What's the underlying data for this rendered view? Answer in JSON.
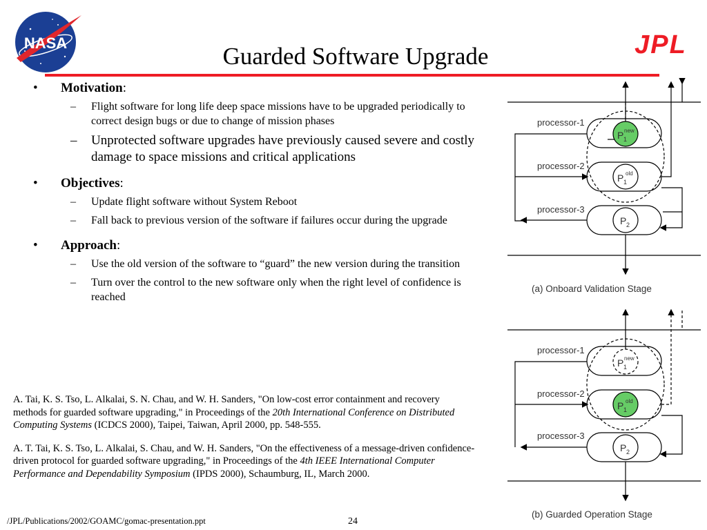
{
  "header": {
    "title": "Guarded Software Upgrade",
    "nasa_logo_text": "NASA",
    "jpl_logo_text": "JPL",
    "rule_color": "#ee1c25"
  },
  "bullets": [
    {
      "head": "Motivation",
      "colon": ":",
      "items": [
        "Flight software for long life deep space missions have to be upgraded periodically to correct design bugs or due to change of mission phases",
        "Unprotected software upgrades have previously caused severe and costly damage to space missions and critical applications"
      ]
    },
    {
      "head": "Objectives",
      "colon": ":",
      "items": [
        "Update flight software without System Reboot",
        "Fall back to previous version of the software if failures occur during the upgrade"
      ]
    },
    {
      "head": "Approach",
      "colon": ":",
      "items": [
        "Use the old version of the software to “guard” the new version during the transition",
        "Turn over the control to the new software only when the right level of confidence is reached"
      ]
    }
  ],
  "bullet_symbol": "•",
  "dash_symbol": "–",
  "references": [
    {
      "pre": "A. Tai, K. S. Tso, L. Alkalai, S. N. Chau, and W. H. Sanders, \"On low-cost error containment and recovery methods for guarded software upgrading,\" in Proceedings of the ",
      "italic": "20th International Conference on Distributed Computing Systems",
      "post": " (ICDCS 2000), Taipei, Taiwan, April 2000, pp. 548-555."
    },
    {
      "pre": "A. T. Tai, K. S. Tso, L. Alkalai, S. Chau, and W. H. Sanders, \"On the effectiveness of a message-driven confidence-driven protocol for guarded software upgrading,\" in Proceedings of the ",
      "italic": "4th IEEE International Computer Performance and Dependability Symposium",
      "post": " (IPDS 2000), Schaumburg, IL, March 2000."
    }
  ],
  "diagram": {
    "highlight_color": "#66cc66",
    "stage_a": {
      "caption": "(a) Onboard Validation Stage",
      "processors": [
        "processor-1",
        "processor-2",
        "processor-3"
      ],
      "nodes": [
        {
          "base": "P",
          "sup": "new",
          "sub": "1"
        },
        {
          "base": "P",
          "sup": "old",
          "sub": "1"
        },
        {
          "base": "P",
          "sup": "",
          "sub": "2"
        }
      ]
    },
    "stage_b": {
      "caption": "(b) Guarded Operation Stage",
      "processors": [
        "processor-1",
        "processor-2",
        "processor-3"
      ],
      "nodes": [
        {
          "base": "P",
          "sup": "new",
          "sub": "1"
        },
        {
          "base": "P",
          "sup": "old",
          "sub": "1"
        },
        {
          "base": "P",
          "sup": "",
          "sub": "2"
        }
      ]
    }
  },
  "footer": {
    "path": "/JPL/Publications/2002/GOAMC/gomac-presentation.ppt",
    "page_number": "24"
  }
}
